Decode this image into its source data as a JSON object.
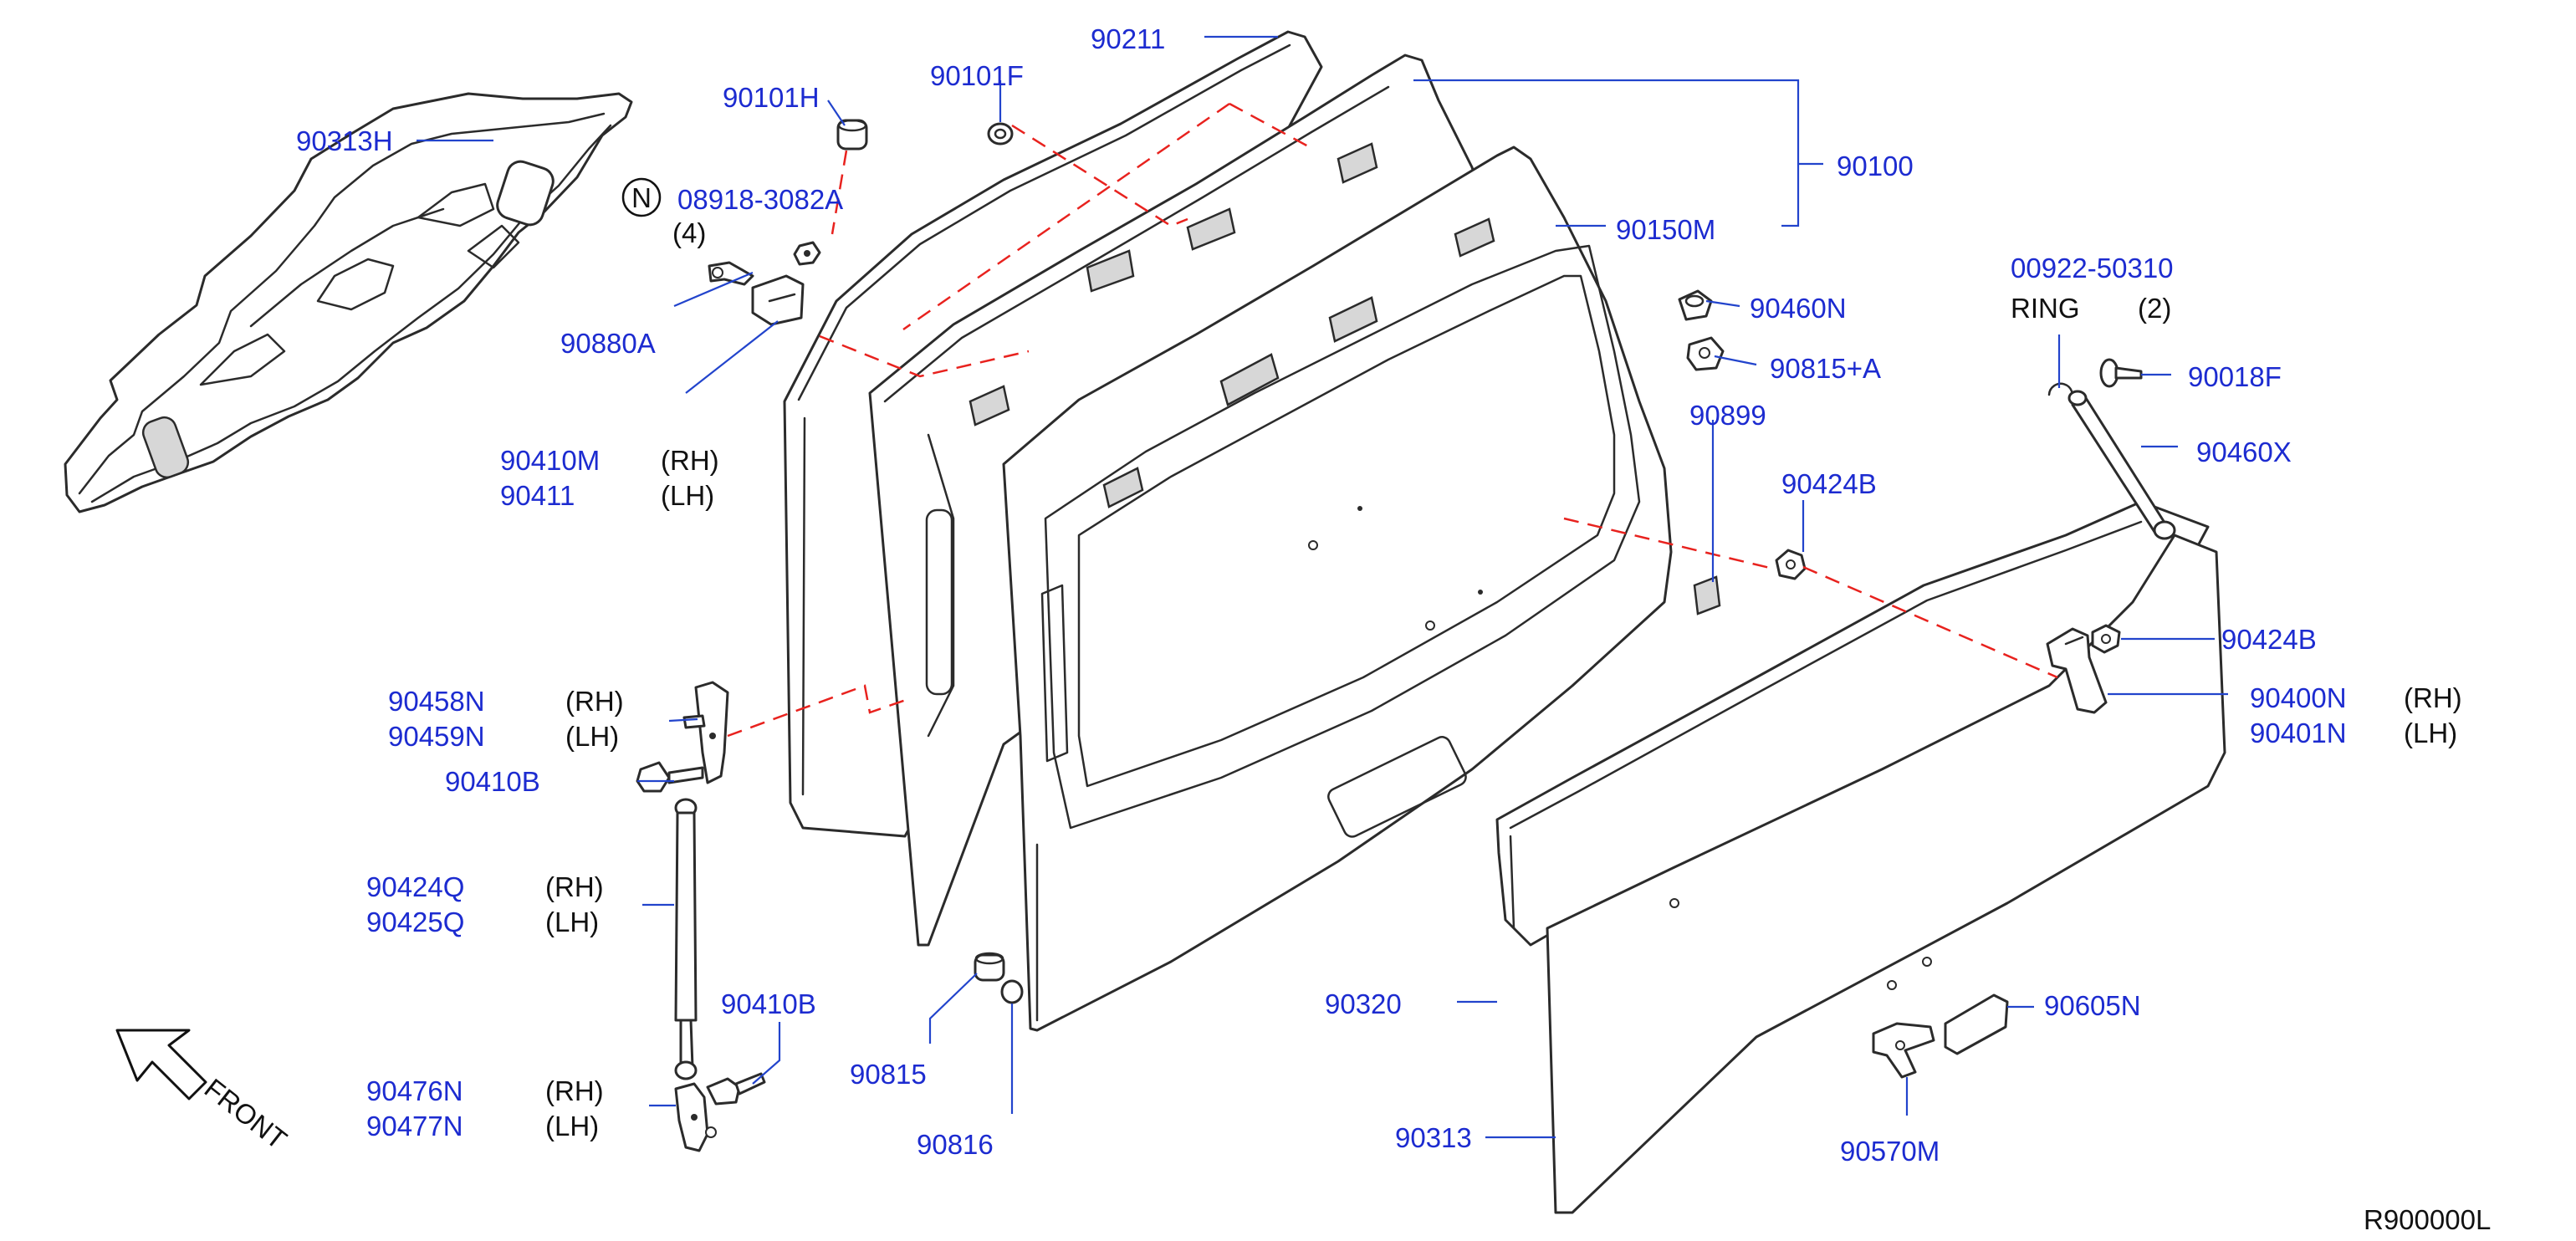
{
  "diagram_code": "R900000L",
  "front_label": "FRONT",
  "n_symbol": "N",
  "colors": {
    "part_number": "#1c2bd0",
    "leader": "#2244cc",
    "dash": "#e8221e",
    "line": "#2b2b2b"
  },
  "labels": {
    "p90313H": "90313H",
    "p90101H": "90101H",
    "p90101F": "90101F",
    "p90211": "90211",
    "p90100": "90100",
    "p90150M": "90150M",
    "p08918": "08918-3082A",
    "qty4": "(4)",
    "p90880A": "90880A",
    "p90410M": "90410M",
    "p90411": "90411",
    "rh1": "(RH)",
    "lh1": "(LH)",
    "p00922": "00922-50310",
    "ring": "RING",
    "qty2": "(2)",
    "p90460N": "90460N",
    "p90815A": "90815+A",
    "p90899": "90899",
    "p90018F": "90018F",
    "p90460X": "90460X",
    "p90424B_1": "90424B",
    "p90424B_2": "90424B",
    "p90400N": "90400N",
    "p90401N": "90401N",
    "rh2": "(RH)",
    "lh2": "(LH)",
    "p90458N": "90458N",
    "p90459N": "90459N",
    "rh3": "(RH)",
    "lh3": "(LH)",
    "p90410B_1": "90410B",
    "p90424Q": "90424Q",
    "p90425Q": "90425Q",
    "rh4": "(RH)",
    "lh4": "(LH)",
    "p90410B_2": "90410B",
    "p90476N": "90476N",
    "p90477N": "90477N",
    "rh5": "(RH)",
    "lh5": "(LH)",
    "p90815": "90815",
    "p90816": "90816",
    "p90320": "90320",
    "p90313": "90313",
    "p90605N": "90605N",
    "p90570M": "90570M"
  }
}
